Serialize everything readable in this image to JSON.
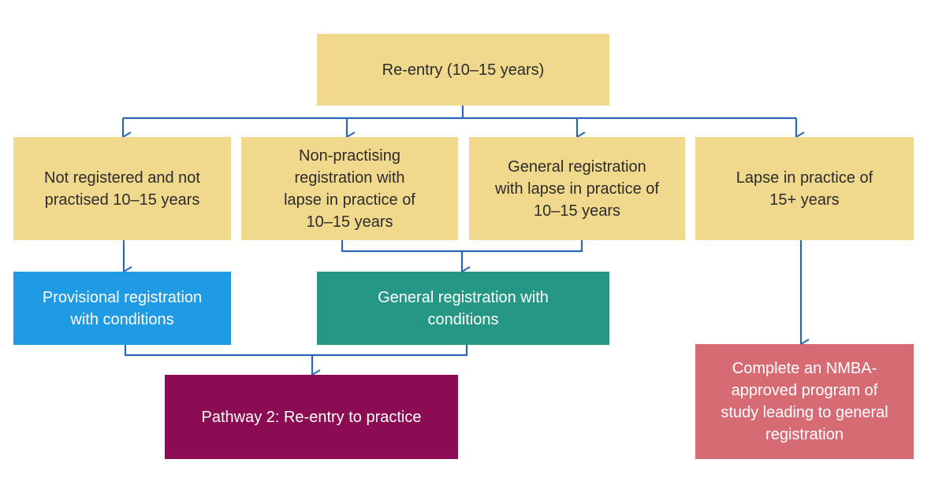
{
  "diagram": {
    "root": {
      "label": "Re-entry (10–15 years)",
      "color": "#f0d88c"
    },
    "categories": [
      {
        "label": "Not registered and not\npractised 10–15 years",
        "color": "#f0d88c"
      },
      {
        "label": "Non-practising\nregistration with\nlapse in practice of\n10–15 years",
        "color": "#f0d88c"
      },
      {
        "label": "General registration\nwith lapse in practice of\n10–15 years",
        "color": "#f0d88c"
      },
      {
        "label": "Lapse in practice of\n15+ years",
        "color": "#f0d88c"
      }
    ],
    "outcomes": {
      "provisional": {
        "label": "Provisional registration\nwith conditions",
        "color": "#1f9be4"
      },
      "general": {
        "label": "General registration with\nconditions",
        "color": "#269784"
      },
      "pathway": {
        "label": "Pathway 2: Re-entry to practice",
        "color": "#8b0c52"
      },
      "program": {
        "label": "Complete an NMBA-\napproved program of\nstudy leading to general\nregistration",
        "color": "#d66b74"
      }
    },
    "connector_color": "#2b66b6"
  }
}
